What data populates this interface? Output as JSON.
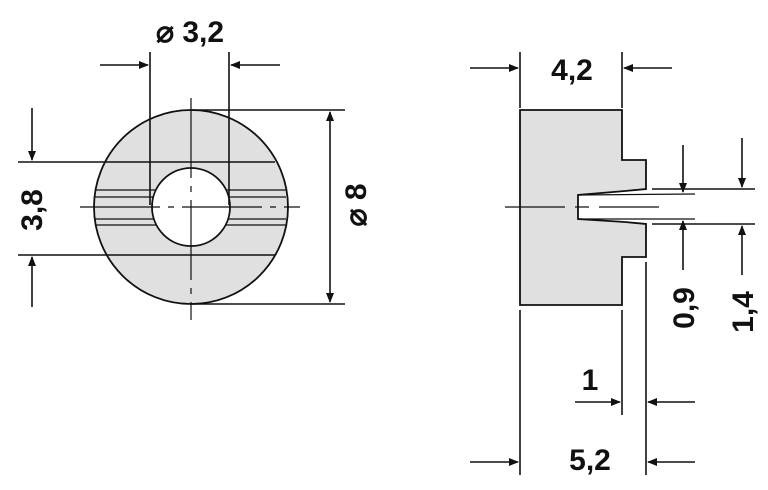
{
  "views": {
    "front": {
      "hole_diameter_label": "⌀ 3,2",
      "outer_diameter_label": "⌀ 8",
      "slot_width_label": "3,8"
    },
    "side": {
      "body_width_label": "4,2",
      "total_width_label": "5,2",
      "step_label": "1",
      "slot_inner_label": "0,9",
      "slot_outer_label": "1,4"
    }
  },
  "colors": {
    "part_fill": "#e0e0e0",
    "line": "#111111"
  }
}
